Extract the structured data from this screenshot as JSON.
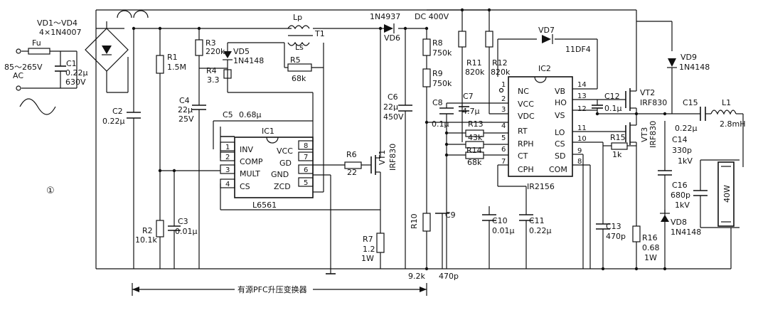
{
  "figure_number": "①",
  "caption": "有源PFC升压变换器",
  "input": {
    "voltage": "85～265V",
    "ac_label": "AC",
    "fuse": "Fu",
    "bridge": "VD1～VD4",
    "bridge_part": "4×1N4007"
  },
  "components": {
    "C1": {
      "ref": "C1",
      "value": "0.22μ",
      "rating": "630V"
    },
    "C2": {
      "ref": "C2",
      "value": "0.22μ"
    },
    "R1": {
      "ref": "R1",
      "value": "1.5M"
    },
    "R2": {
      "ref": "R2",
      "value": "10.1k"
    },
    "C3": {
      "ref": "C3",
      "value": "0.01μ"
    },
    "R3": {
      "ref": "R3",
      "value": "220k"
    },
    "VD5": {
      "ref": "VD5",
      "part": "1N4148"
    },
    "R4": {
      "ref": "R4",
      "value": "3.3"
    },
    "C4": {
      "ref": "C4",
      "value": "22μ",
      "rating": "25V"
    },
    "C5": {
      "ref": "C5",
      "value": "0.68μ"
    },
    "R5": {
      "ref": "R5",
      "value": "68k"
    },
    "Lp": "Lp",
    "Ls": "Ls",
    "T1": "T1",
    "R6": {
      "ref": "R6",
      "value": "22"
    },
    "VT1": {
      "ref": "VT1",
      "part": "IRF830"
    },
    "R7": {
      "ref": "R7",
      "value": "1.2",
      "rating": "1W"
    },
    "VD6": {
      "ref": "VD6",
      "part": "1N4937"
    },
    "dc_bus": "DC 400V",
    "C6": {
      "ref": "C6",
      "value": "22μ",
      "rating": "450V"
    },
    "R8": {
      "ref": "R8",
      "value": "750k"
    },
    "R9": {
      "ref": "R9",
      "value": "750k"
    },
    "R10": {
      "ref": "R10",
      "value": "9.2k"
    },
    "C9": {
      "ref": "C9",
      "value": "470p"
    },
    "R11": {
      "ref": "R11",
      "value": "820k"
    },
    "R12": {
      "ref": "R12",
      "value": "820k"
    },
    "C7": {
      "ref": "C7",
      "value": "4.7μ"
    },
    "C8": {
      "ref": "C8",
      "value": "0.1μ"
    },
    "R13": {
      "ref": "R13",
      "value": "43k"
    },
    "R14": {
      "ref": "R14",
      "value": "68k"
    },
    "C10": {
      "ref": "C10",
      "value": "0.01μ"
    },
    "C11": {
      "ref": "C11",
      "value": "0.22μ"
    },
    "VD7": {
      "ref": "VD7",
      "part": "11DF4"
    },
    "C12": {
      "ref": "C12",
      "value": "0.1μ"
    },
    "VT2": {
      "ref": "VT2",
      "part": "IRF830"
    },
    "VT3": {
      "ref": "VT3",
      "part": "IRF830"
    },
    "R15": {
      "ref": "R15",
      "value": "1k"
    },
    "C13": {
      "ref": "C13",
      "value": "470p"
    },
    "R16": {
      "ref": "R16",
      "value": "0.68",
      "rating": "1W"
    },
    "VD8": {
      "ref": "VD8",
      "part": "1N4148"
    },
    "VD9": {
      "ref": "VD9",
      "part": "1N4148"
    },
    "C14": {
      "ref": "C14",
      "value": "330p",
      "rating": "1kV"
    },
    "C15": {
      "ref": "C15",
      "value": "0.22μ"
    },
    "L1": {
      "ref": "L1",
      "value": "2.8mH"
    },
    "C16": {
      "ref": "C16",
      "value": "680p",
      "rating": "1kV"
    },
    "lamp": "40W"
  },
  "ic1": {
    "ref": "IC1",
    "part": "L6561",
    "pins_left": [
      {
        "num": "1",
        "name": "INV"
      },
      {
        "num": "2",
        "name": "COMP"
      },
      {
        "num": "3",
        "name": "MULT"
      },
      {
        "num": "4",
        "name": "CS"
      }
    ],
    "pins_right": [
      {
        "num": "8",
        "name": "VCC"
      },
      {
        "num": "7",
        "name": "GD"
      },
      {
        "num": "6",
        "name": "GND"
      },
      {
        "num": "5",
        "name": "ZCD"
      }
    ]
  },
  "ic2": {
    "ref": "IC2",
    "part": "IR2156",
    "pins_left": [
      {
        "num": "1",
        "name": "NC"
      },
      {
        "num": "2",
        "name": "VCC"
      },
      {
        "num": "3",
        "name": "VDC"
      },
      {
        "num": "4",
        "name": "RT"
      },
      {
        "num": "5",
        "name": "RPH"
      },
      {
        "num": "6",
        "name": "CT"
      },
      {
        "num": "7",
        "name": "CPH"
      }
    ],
    "pins_right": [
      {
        "num": "14",
        "name": "VB"
      },
      {
        "num": "13",
        "name": "HO"
      },
      {
        "num": "12",
        "name": "VS"
      },
      {
        "num": "11",
        "name": "LO"
      },
      {
        "num": "10",
        "name": "CS"
      },
      {
        "num": "9",
        "name": "SD"
      },
      {
        "num": "8",
        "name": "COM"
      }
    ]
  }
}
